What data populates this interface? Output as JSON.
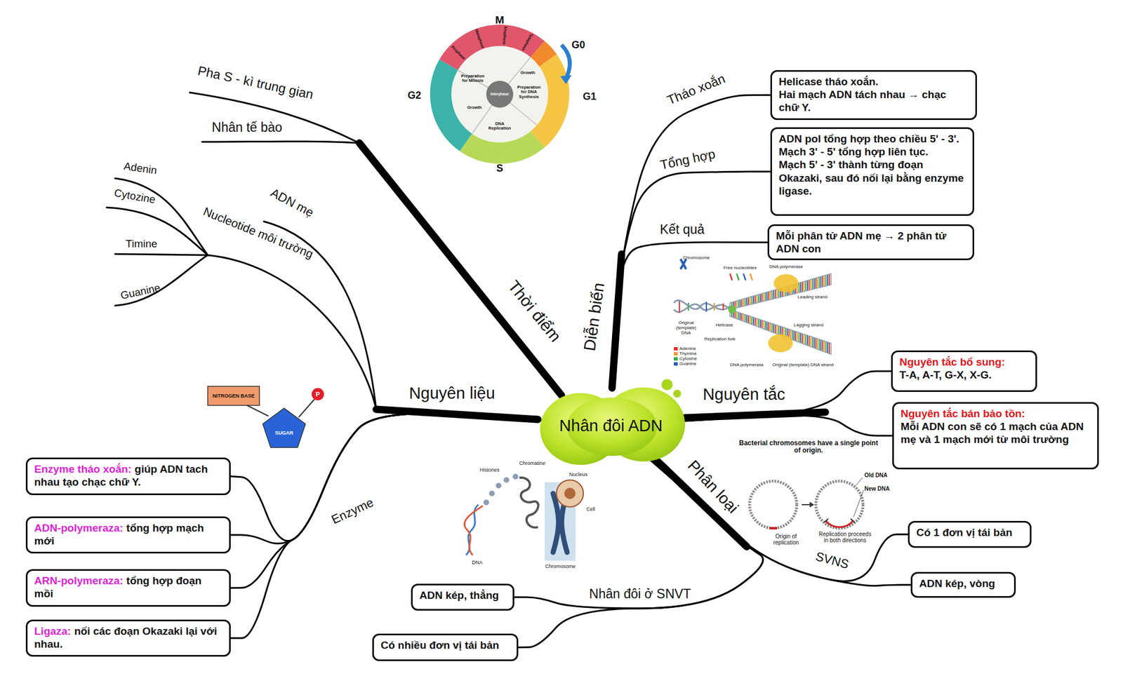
{
  "diagram": {
    "nodes": [
      {
        "text": [
          "Nhân đôi ADN"
        ]
      },
      {
        "text": [
          "Helicase tháo xoắn.",
          "Hai mạch ADN tách nhau → chạc chữ Y."
        ]
      },
      {
        "text": [
          "ADN pol tổng hợp theo chiều 5' - 3'.",
          "Mạch 3' - 5' tổng hợp liên tục.",
          "Mạch 5' - 3' thành từng đoạn Okazaki, sau đó nối lại bằng enzyme ligase."
        ]
      },
      {
        "text": [
          "Mỗi phân tử ADN mẹ → 2 phân tử ADN con"
        ]
      },
      {
        "text": [
          "Nguyên tắc bổ sung:",
          "T-A, A-T, G-X, X-G."
        ]
      },
      {
        "text": [
          "Nguyên tắc bán bảo tồn:",
          "Mỗi ADN con sẽ có 1 mạch của ADN mẹ và 1 mạch mới từ môi trường"
        ]
      },
      {
        "text": [
          "Có 1 đơn vị tái bản"
        ]
      },
      {
        "text": [
          "ADN kép, vòng"
        ]
      },
      {
        "text": [
          "ADN kép, thẳng"
        ]
      },
      {
        "text": [
          "Có nhiều đơn vị tái bản"
        ]
      },
      {
        "text": [
          "Enzyme tháo xoắn:",
          "giúp ADN tach nhau tạo chạc chữ Y."
        ]
      },
      {
        "text": [
          "ADN-polymeraza:",
          "tổng hợp mạch mới"
        ]
      },
      {
        "text": [
          "ARN-polymeraza:",
          "tổng hợp đoạn mồi"
        ]
      },
      {
        "text": [
          "Ligaza:",
          "nối các đoạn Okazaki lại với nhau."
        ]
      }
    ],
    "edges": [
      {
        "from": 0,
        "to": 1,
        "arrow": "none"
      },
      {
        "from": 0,
        "to": 2,
        "arrow": "none"
      },
      {
        "from": 0,
        "to": 3,
        "arrow": "none"
      },
      {
        "from": 0,
        "to": 4,
        "arrow": "none"
      },
      {
        "from": 0,
        "to": 5,
        "arrow": "none"
      },
      {
        "from": 0,
        "to": 6,
        "arrow": "none"
      },
      {
        "from": 0,
        "to": 7,
        "arrow": "none"
      },
      {
        "from": 0,
        "to": 8,
        "arrow": "none"
      },
      {
        "from": 0,
        "to": 9,
        "arrow": "none"
      },
      {
        "from": 0,
        "to": 10,
        "arrow": "none"
      },
      {
        "from": 0,
        "to": 11,
        "arrow": "none"
      },
      {
        "from": 0,
        "to": 12,
        "arrow": "none"
      },
      {
        "from": 0,
        "to": 13,
        "arrow": "none"
      }
    ],
    "labels": [
      "Pha S - kì trung gian",
      "Nhân tế bào",
      "Thời điểm",
      "ADN mẹ",
      "Adenin",
      "Cytozine",
      "Timine",
      "Guanine",
      "Nucleotide môi trường",
      "Nguyên liệu",
      "Enzyme",
      "NITROGEN BASE",
      "SUGAR",
      "P",
      "Diễn biến",
      "Tháo xoắn",
      "Tổng hợp",
      "Kết quả",
      "Nguyên tắc",
      "Phân loại",
      "SVNS",
      "Nhân đôi ở SNVT",
      "M",
      "G0",
      "G1",
      "G2",
      "S",
      "Prophase",
      "Metaphase",
      "Anaphase",
      "Telophase",
      "Preparation for Mitosis",
      "Growth",
      "Growth",
      "Preparation for DNA Synthesis",
      "DNA Replication",
      "Interphase",
      "Chromosome",
      "Free nucleotides",
      "DNA polymerase",
      "Leading strand",
      "Original (template) DNA",
      "Helicase",
      "Replication fork",
      "Lagging strand",
      "DNA polymerase",
      "Original (template) DNA strand",
      "Histones",
      "Chromatine",
      "Nucleus",
      "Cell",
      "DNA",
      "Chromosome",
      "Bacterial chromosomes have a single point of origin.",
      "Old DNA",
      "New DNA",
      "Origin of replication",
      "Replication proceeds in both directions"
    ],
    "legend": [
      {
        "text": "Adenine",
        "color": "#e8312a"
      },
      {
        "text": "Thymine",
        "color": "#f29a2e"
      },
      {
        "text": "Cytosine",
        "color": "#3aa84a"
      },
      {
        "text": "Guanine",
        "color": "#2a5db0"
      }
    ]
  }
}
